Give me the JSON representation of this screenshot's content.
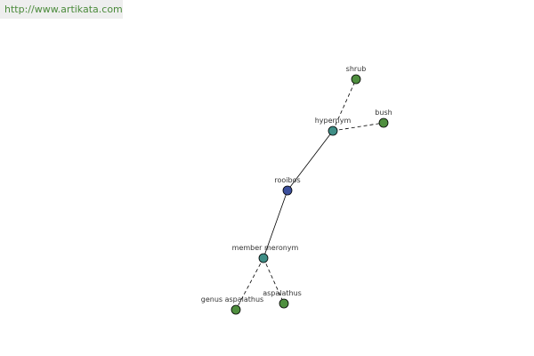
{
  "watermark": {
    "text": "http://www.artikata.com",
    "color": "#4a8a3a"
  },
  "graph": {
    "colors": {
      "root": "#3b4f9c",
      "relation": "#3f8e86",
      "leaf": "#4f8f3f",
      "edge": "#000000"
    },
    "nodes": [
      {
        "id": "rooibos",
        "label": "rooibos",
        "kind": "root"
      },
      {
        "id": "hypernym",
        "label": "hypernym",
        "kind": "relation"
      },
      {
        "id": "shrub",
        "label": "shrub",
        "kind": "leaf"
      },
      {
        "id": "bush",
        "label": "bush",
        "kind": "leaf"
      },
      {
        "id": "member-meronym",
        "label": "member meronym",
        "kind": "relation"
      },
      {
        "id": "genus-aspalathus",
        "label": "genus aspalathus",
        "kind": "leaf"
      },
      {
        "id": "aspalathus",
        "label": "aspalathus",
        "kind": "leaf"
      }
    ],
    "edges": [
      {
        "from": "rooibos",
        "to": "hypernym",
        "style": "solid"
      },
      {
        "from": "rooibos",
        "to": "member-meronym",
        "style": "solid"
      },
      {
        "from": "hypernym",
        "to": "shrub",
        "style": "dashed"
      },
      {
        "from": "hypernym",
        "to": "bush",
        "style": "dashed"
      },
      {
        "from": "member-meronym",
        "to": "genus-aspalathus",
        "style": "dashed"
      },
      {
        "from": "member-meronym",
        "to": "aspalathus",
        "style": "dashed"
      }
    ]
  }
}
